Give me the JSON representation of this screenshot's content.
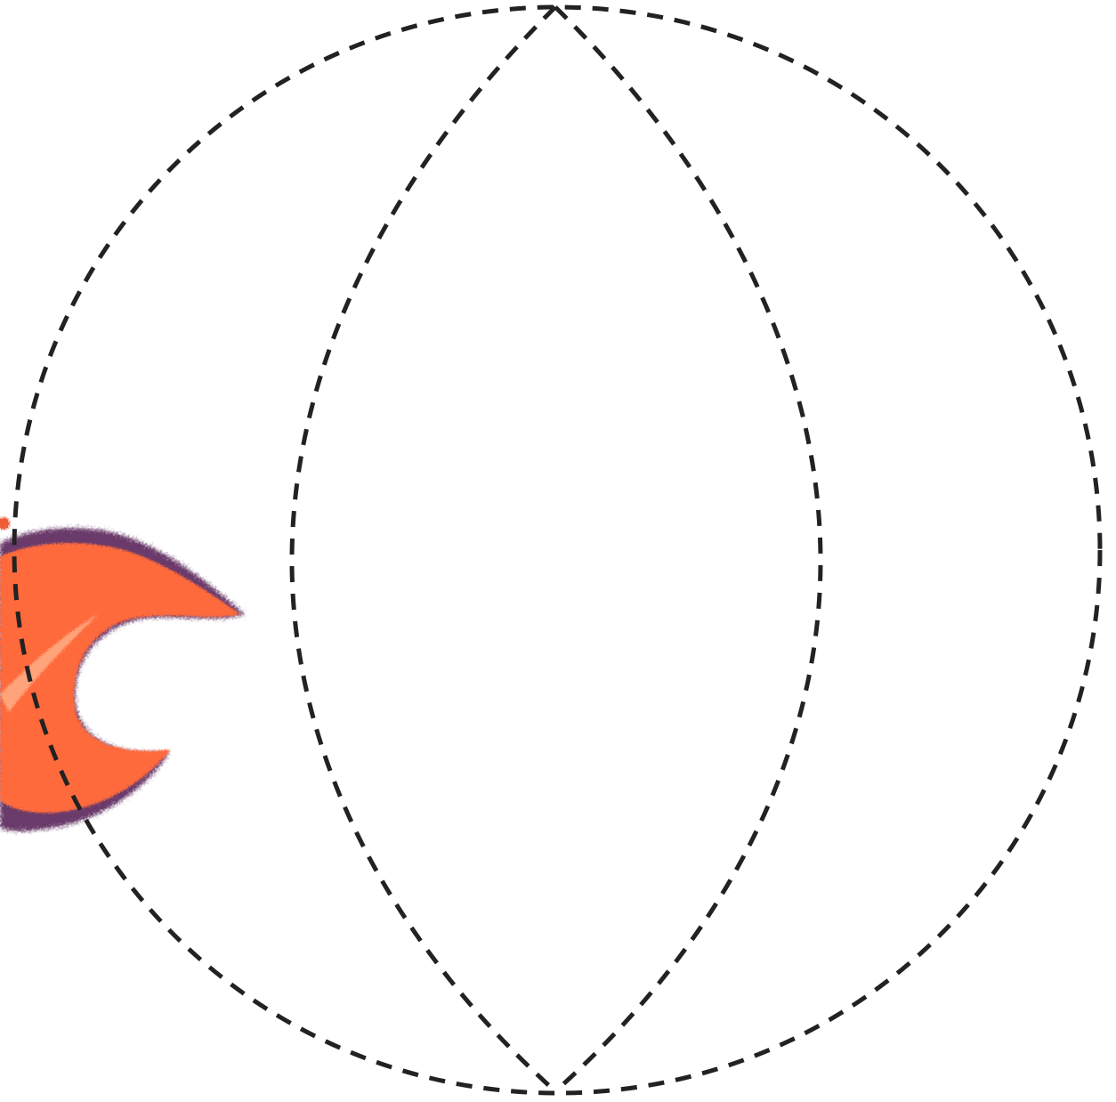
{
  "diagram": {
    "background_color": "#ffffff",
    "line_color": "#222222",
    "line_style": "dashed",
    "shapes": [
      {
        "name": "outer-circle",
        "kind": "circle"
      },
      {
        "name": "left-meridian-arc",
        "kind": "arc"
      },
      {
        "name": "right-meridian-arc",
        "kind": "arc"
      }
    ],
    "colors": {
      "brush_orange": "#ff6a3d",
      "brush_red_orange": "#f05a35",
      "brush_plum": "#6a3a6a",
      "brush_light": "#ffb38a"
    }
  }
}
